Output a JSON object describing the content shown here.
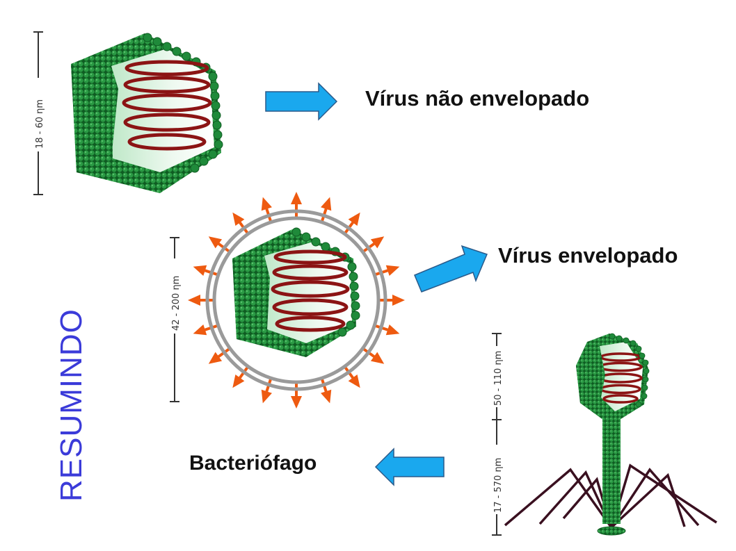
{
  "title": "RESUMINDO",
  "viruses": [
    {
      "label": "Vírus não envelopado",
      "scale": "18 - 60 ηm"
    },
    {
      "label": "Vírus envelopado",
      "scale": "42 - 200 ηm"
    },
    {
      "label": "Bacteriófago",
      "scale_head": "50 - 110 ηm",
      "scale_tail": "17 - 570 ηm"
    }
  ],
  "colors": {
    "capsid": "#1f8a3a",
    "capsid_dark": "#0f5c22",
    "rna": "#8b1414",
    "envelope": "#9a9a9a",
    "spike": "#ee5a10",
    "arrow": "#1aa8ee",
    "tail_fiber": "#3a1020",
    "title": "#3b3bd9"
  }
}
